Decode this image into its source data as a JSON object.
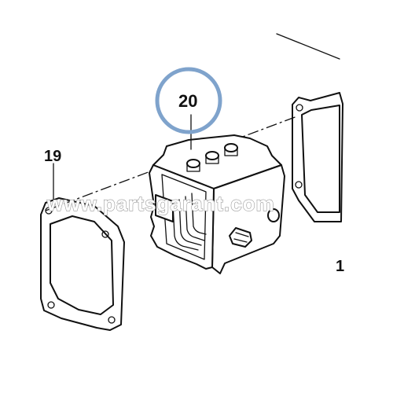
{
  "diagram": {
    "callouts": [
      {
        "id": "gasket-left",
        "label": "19"
      },
      {
        "id": "block",
        "label": "20"
      },
      {
        "id": "gasket-right",
        "label": "1"
      }
    ],
    "highlight_color": "#7fa3cc",
    "watermark": "www.partsgarant.com"
  }
}
